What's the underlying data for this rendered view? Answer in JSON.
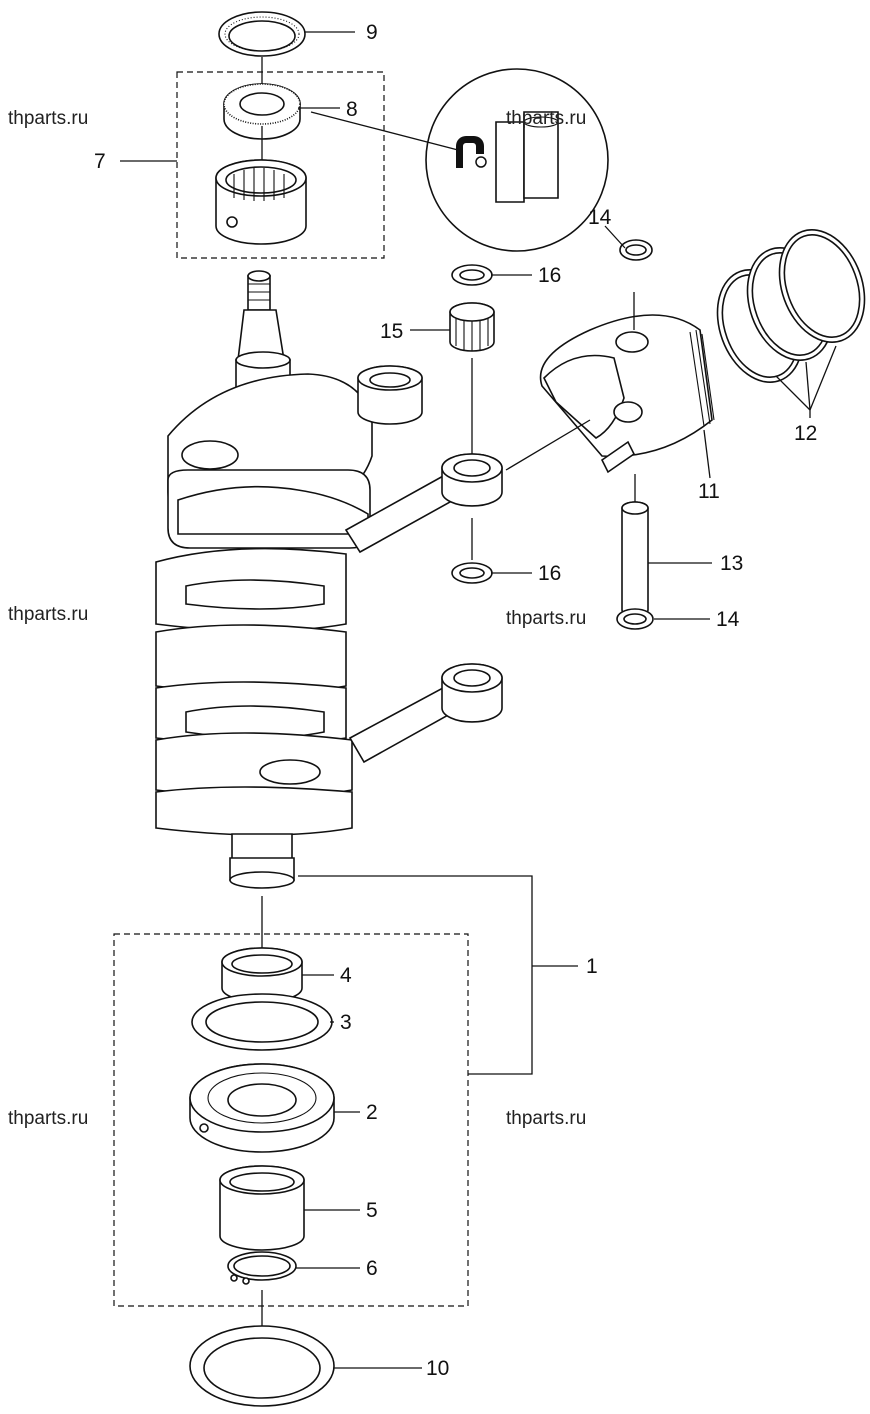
{
  "callouts": {
    "c1": "1",
    "c2": "2",
    "c3": "3",
    "c4": "4",
    "c5": "5",
    "c6": "6",
    "c7": "7",
    "c8": "8",
    "c9": "9",
    "c10": "10",
    "c11": "11",
    "c12": "12",
    "c13": "13",
    "c14a": "14",
    "c14b": "14",
    "c15": "15",
    "c16a": "16",
    "c16b": "16"
  },
  "watermarks": [
    "thparts.ru",
    "thparts.ru",
    "thparts.ru",
    "thparts.ru",
    "thparts.ru",
    "thparts.ru"
  ],
  "icons": {
    "grease": "grease-application-icon",
    "crankshaft": "crankshaft-assembly-icon",
    "piston": "piston-icon"
  }
}
